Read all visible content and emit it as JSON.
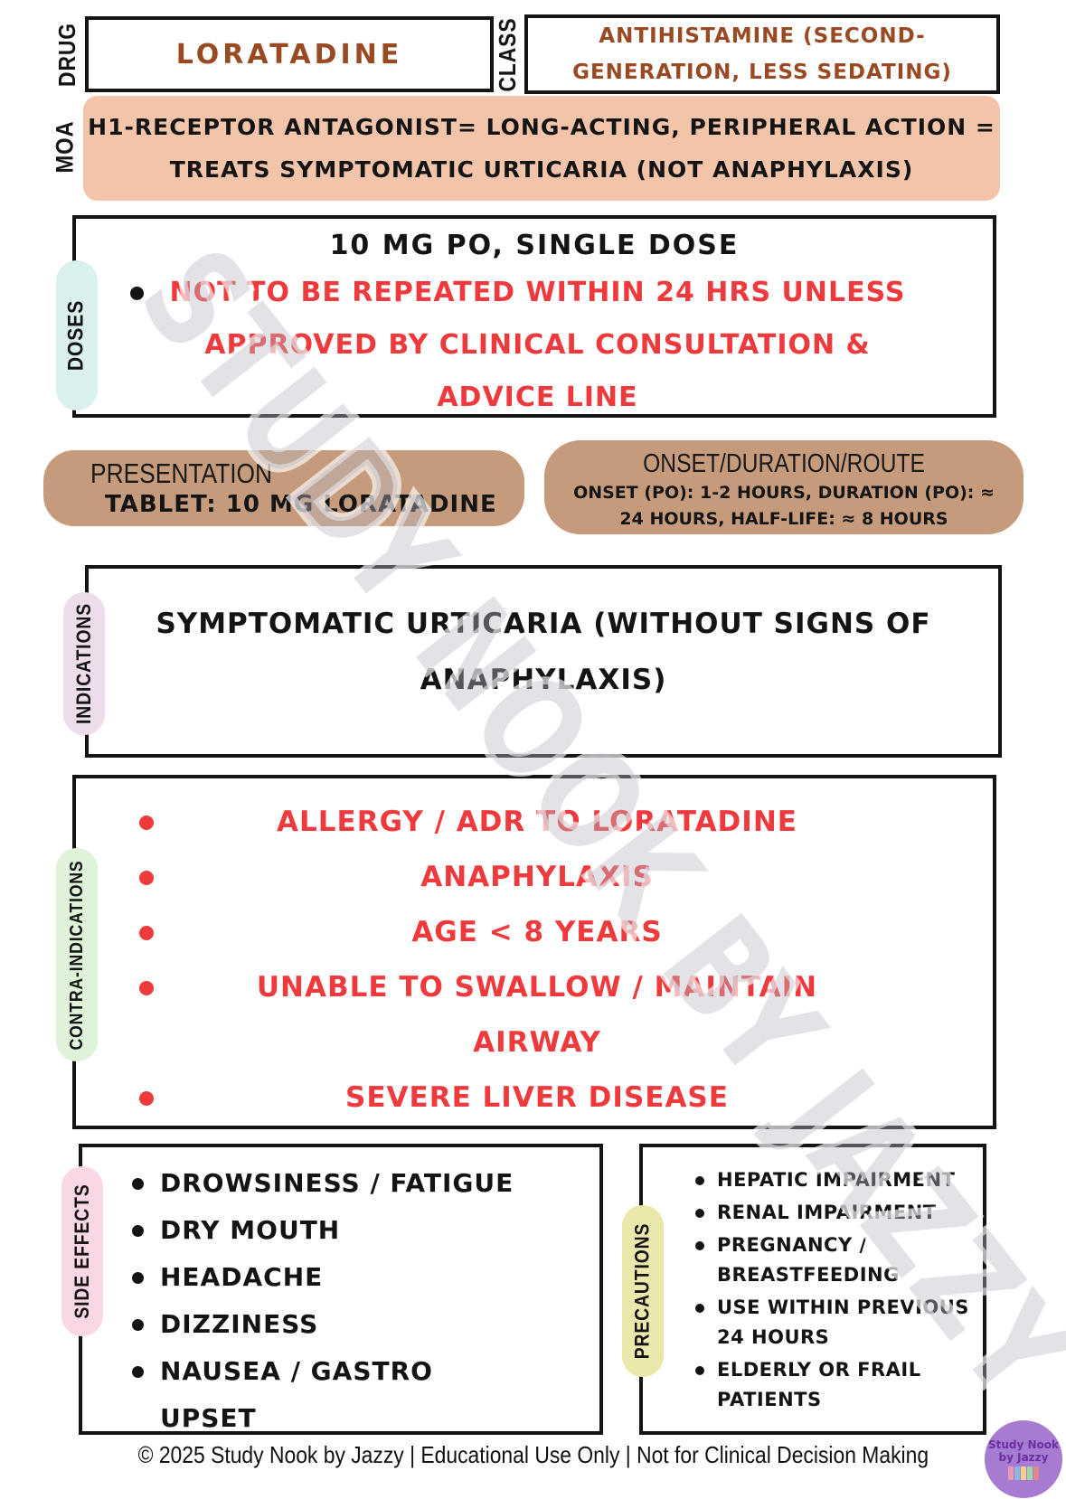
{
  "header": {
    "drug_label": "DRUG",
    "drug_name": "LORATADINE",
    "class_label": "CLASS",
    "class_value": "ANTIHISTAMINE (SECOND-\nGENERATION, LESS SEDATING)"
  },
  "moa": {
    "label": "MOA",
    "text": "H1-RECEPTOR ANTAGONIST= LONG-ACTING, PERIPHERAL ACTION =\nTREATS SYMPTOMATIC URTICARIA (NOT ANAPHYLAXIS)"
  },
  "doses": {
    "label": "DOSES",
    "headline": "10 MG PO, SINGLE DOSE",
    "warning": "NOT TO BE REPEATED WITHIN 24 HRS UNLESS\nAPPROVED BY CLINICAL CONSULTATION &\nADVICE LINE"
  },
  "presentation": {
    "title": "PRESENTATION",
    "value": "TABLET: 10 MG LORATADINE"
  },
  "onset": {
    "title": "ONSET/DURATION/ROUTE",
    "detail": "ONSET (PO): 1-2 HOURS, DURATION (PO): ≈\n24 HOURS, HALF-LIFE: ≈ 8 HOURS"
  },
  "indications": {
    "label": "INDICATIONS",
    "text": "SYMPTOMATIC URTICARIA (WITHOUT SIGNS OF\nANAPHYLAXIS)"
  },
  "contraindications": {
    "label": "CONTRA-INDICATIONS",
    "items": [
      "ALLERGY / ADR TO LORATADINE",
      "ANAPHYLAXIS",
      "AGE < 8 YEARS",
      "UNABLE TO SWALLOW / MAINTAIN\nAIRWAY",
      "SEVERE LIVER DISEASE"
    ]
  },
  "side_effects": {
    "label": "SIDE EFFECTS",
    "items": [
      "DROWSINESS / FATIGUE",
      "DRY MOUTH",
      "HEADACHE",
      "DIZZINESS",
      "NAUSEA / GASTRO\nUPSET"
    ]
  },
  "precautions": {
    "label": "PRECAUTIONS",
    "items": [
      "HEPATIC IMPAIRMENT",
      "RENAL IMPAIRMENT",
      "PREGNANCY /\nBREASTFEEDING",
      "USE WITHIN PREVIOUS\n24 HOURS",
      "ELDERLY OR FRAIL\nPATIENTS"
    ]
  },
  "watermark": "STUDY NOOK BY JAZZY",
  "footer": {
    "text": "© 2025 Study Nook by Jazzy | Educational Use Only | Not for Clinical Decision Making"
  },
  "logo": {
    "line1": "Study Nook",
    "line2": "by Jazzy"
  },
  "colors": {
    "brown_text": "#9a4a22",
    "moa_bg": "#f2c4a9",
    "tan_pill_bg": "#c69b7c",
    "red_text": "#ee3a3c",
    "doses_label_bg": "#daf1ed",
    "indications_label_bg": "#eddcea",
    "contraindications_label_bg": "#def3d7",
    "side_effects_label_bg": "#f9d7e4",
    "precautions_label_bg": "#ece7ab",
    "logo_bg": "#a77bd2",
    "watermark_gray": "#b9b8c2"
  }
}
